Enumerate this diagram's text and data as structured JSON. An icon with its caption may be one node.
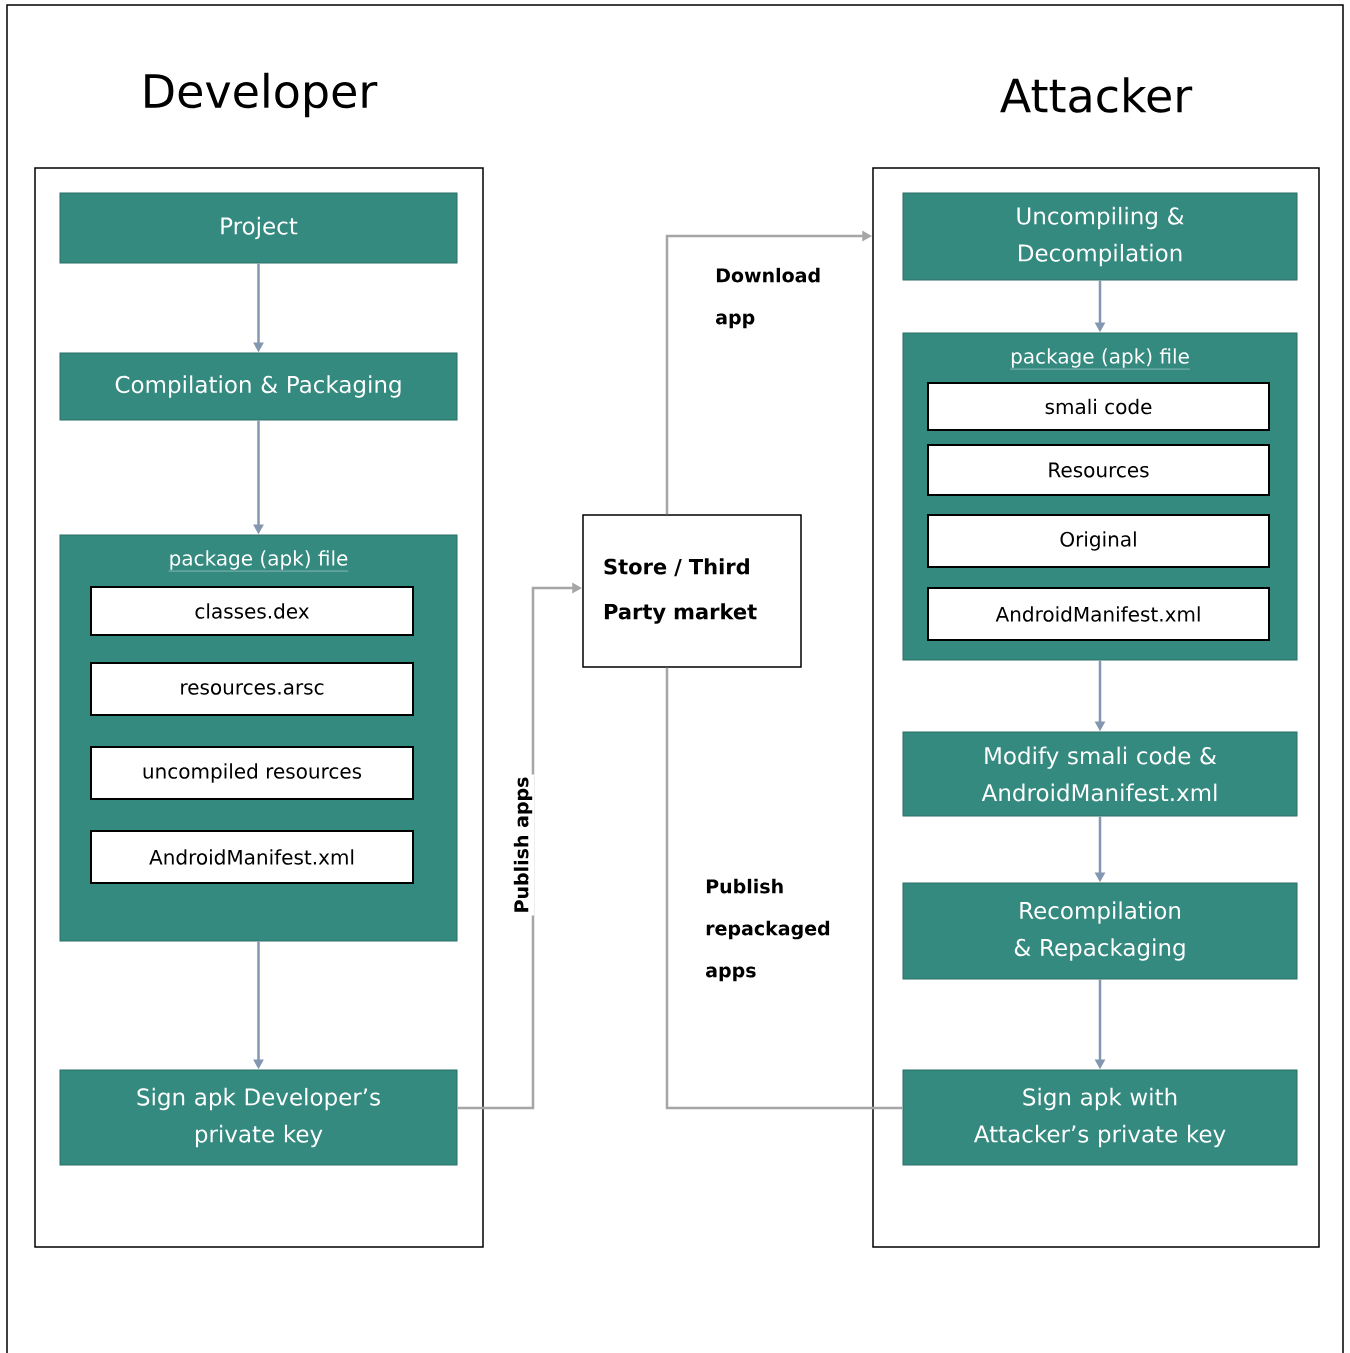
{
  "diagram": {
    "nodes": [
      {
        "text": [
          "Developer"
        ]
      },
      {
        "text": [
          "Project"
        ],
        "in": 0
      },
      {
        "text": [
          "Compilation & Packaging"
        ],
        "in": 0
      },
      {
        "text": [
          "package (apk) file"
        ],
        "in": 0
      },
      {
        "text": [
          "classes.dex"
        ],
        "in": 3
      },
      {
        "text": [
          "resources.arsc"
        ],
        "in": 3
      },
      {
        "text": [
          "uncompiled resources"
        ],
        "in": 3
      },
      {
        "text": [
          "AndroidManifest.xml"
        ],
        "in": 3
      },
      {
        "text": [
          "Sign apk Developer’s private key"
        ],
        "in": 0
      },
      {
        "text": [
          "Store / Third Party market"
        ]
      },
      {
        "text": [
          "Attacker"
        ]
      },
      {
        "text": [
          "Uncompiling & Decompilation"
        ],
        "in": 10
      },
      {
        "text": [
          "package (apk) file"
        ],
        "in": 10
      },
      {
        "text": [
          "smali code"
        ],
        "in": 12
      },
      {
        "text": [
          "Resources"
        ],
        "in": 12
      },
      {
        "text": [
          "Original"
        ],
        "in": 12
      },
      {
        "text": [
          "AndroidManifest.xml"
        ],
        "in": 12
      },
      {
        "text": [
          "Modify smali code & AndroidManifest.xml"
        ],
        "in": 10
      },
      {
        "text": [
          "Recompilation & Repackaging"
        ],
        "in": 10
      },
      {
        "text": [
          "Sign apk with Attacker’s private key"
        ],
        "in": 10
      }
    ],
    "edges": [
      {
        "from": 1,
        "to": 2,
        "arrow": "to"
      },
      {
        "from": 2,
        "to": 3,
        "arrow": "to"
      },
      {
        "from": 3,
        "to": 8,
        "arrow": "to"
      },
      {
        "from": 8,
        "to": 9,
        "arrow": "to",
        "label": "Publish apps",
        "color": "#a6a6a6"
      },
      {
        "from": 9,
        "to": 10,
        "arrow": "to",
        "label": "Download app",
        "color": "#a6a6a6"
      },
      {
        "from": 11,
        "to": 12,
        "arrow": "to"
      },
      {
        "from": 12,
        "to": 17,
        "arrow": "to"
      },
      {
        "from": 17,
        "to": 18,
        "arrow": "to"
      },
      {
        "from": 18,
        "to": 19,
        "arrow": "to"
      },
      {
        "from": 19,
        "to": 9,
        "arrow": "none",
        "label": "Publish repackaged apps",
        "color": "#a6a6a6"
      }
    ]
  }
}
